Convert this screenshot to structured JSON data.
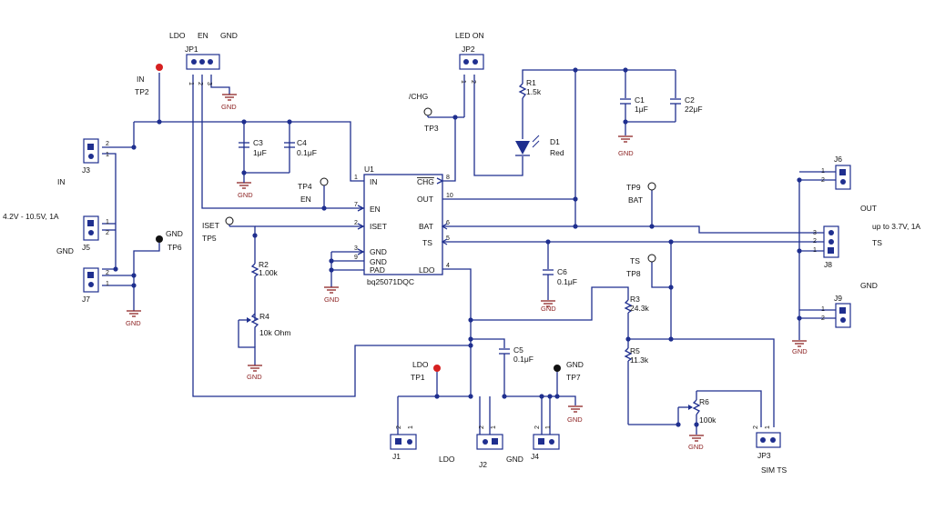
{
  "ic": {
    "ref": "U1",
    "part": "bq25071DQC",
    "pins_left": [
      {
        "name": "IN",
        "num": "1"
      },
      {
        "name": "EN",
        "num": "7"
      },
      {
        "name": "ISET",
        "num": "2"
      },
      {
        "name": "GND",
        "num": "3"
      },
      {
        "name": "GND",
        "num": "9"
      },
      {
        "name": "PAD",
        "num": ""
      }
    ],
    "pins_right": [
      {
        "name": "CHG",
        "num": "8"
      },
      {
        "name": "OUT",
        "num": "10"
      },
      {
        "name": "BAT",
        "num": "6"
      },
      {
        "name": "TS",
        "num": "5"
      },
      {
        "name": "LDO",
        "num": "4"
      }
    ]
  },
  "jumpers": {
    "jp1": {
      "ref": "JP1",
      "labels": [
        "LDO",
        "EN",
        "GND"
      ]
    },
    "jp2": {
      "ref": "JP2",
      "label": "LED ON"
    },
    "jp3": {
      "ref": "JP3",
      "label": "SIM TS"
    }
  },
  "connectors": {
    "j3": "J3",
    "j5": "J5",
    "j7": "J7",
    "j6": "J6",
    "j8": "J8",
    "j9": "J9",
    "j1": "J1",
    "j2": "J2",
    "j4": "J4"
  },
  "testpoints": {
    "tp2": "TP2",
    "tp6": "TP6",
    "tp5": "TP5",
    "tp4": "TP4",
    "tp3": "TP3",
    "tp9": "TP9",
    "tp8": "TP8",
    "tp1": "TP1",
    "tp7": "TP7"
  },
  "parts": {
    "c3": {
      "ref": "C3",
      "value": "1μF"
    },
    "c4": {
      "ref": "C4",
      "value": "0.1μF"
    },
    "c1": {
      "ref": "C1",
      "value": "1μF"
    },
    "c2": {
      "ref": "C2",
      "value": "22μF"
    },
    "c5": {
      "ref": "C5",
      "value": "0.1μF"
    },
    "c6": {
      "ref": "C6",
      "value": "0.1μF"
    },
    "r1": {
      "ref": "R1",
      "value": "1.5k"
    },
    "r2": {
      "ref": "R2",
      "value": "1.00k"
    },
    "r3": {
      "ref": "R3",
      "value": "24.3k"
    },
    "r5": {
      "ref": "R5",
      "value": "11.3k"
    },
    "r4": {
      "ref": "R4",
      "value": "10k Ohm"
    },
    "r6": {
      "ref": "R6",
      "value": "100k"
    },
    "d1": {
      "ref": "D1",
      "value": "Red"
    }
  },
  "net_labels": {
    "in": "IN",
    "in_range": "4.2V - 10.5V, 1A",
    "gnd": "GND",
    "en": "EN",
    "iset": "ISET",
    "chg": "/CHG",
    "bat": "BAT",
    "ts": "TS",
    "out": "OUT",
    "out_range": "up to 3.7V, 1A",
    "ldo": "LDO"
  },
  "pin_numbers": [
    "1",
    "2",
    "3"
  ]
}
